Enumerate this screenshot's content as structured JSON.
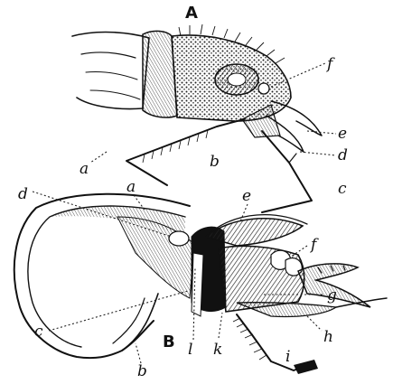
{
  "figures": [
    {
      "letter": "A",
      "labels": {
        "a": "a",
        "b": "b",
        "c": "c",
        "d": "d",
        "e": "e",
        "f": "f"
      }
    },
    {
      "letter": "B",
      "labels": {
        "a": "a",
        "b": "b",
        "c": "c",
        "d": "d",
        "e": "e",
        "f": "f",
        "g": "g",
        "h": "h",
        "i": "i",
        "k": "k",
        "l": "l"
      }
    }
  ],
  "colors": {
    "ink": "#111111",
    "background": "#ffffff"
  },
  "icons": [
    "beetle-head-lateral-illustration",
    "stag-beetle-head-dorsal-illustration"
  ]
}
